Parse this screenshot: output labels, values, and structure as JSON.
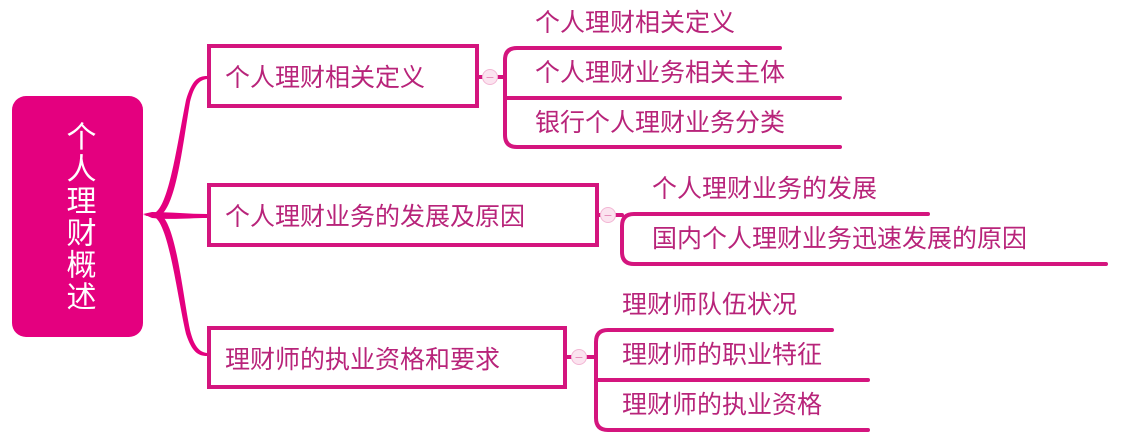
{
  "root": {
    "label": "个人理财概述",
    "color": "#E4007F"
  },
  "theme": {
    "line_color": "#D4157E",
    "text_color": "#B8247A"
  },
  "branches": [
    {
      "label": "个人理财相关定义",
      "toggle": "−",
      "children": [
        {
          "label": "个人理财相关定义"
        },
        {
          "label": "个人理财业务相关主体"
        },
        {
          "label": "银行个人理财业务分类"
        }
      ]
    },
    {
      "label": "个人理财业务的发展及原因",
      "toggle": "−",
      "children": [
        {
          "label": "个人理财业务的发展"
        },
        {
          "label": "国内个人理财业务迅速发展的原因"
        }
      ]
    },
    {
      "label": "理财师的执业资格和要求",
      "toggle": "−",
      "children": [
        {
          "label": "理财师队伍状况"
        },
        {
          "label": "理财师的职业特征"
        },
        {
          "label": "理财师的执业资格"
        }
      ]
    }
  ]
}
